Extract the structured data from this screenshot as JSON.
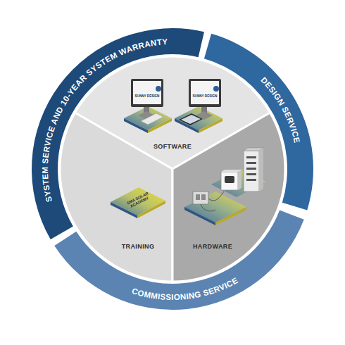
{
  "diagram": {
    "nodes": [
      {
        "text": [
          "SYSTEM SERVICE AND 10-YEAR SYSTEM WARRANTY"
        ]
      },
      {
        "text": [
          "DESIGN SERVICE"
        ]
      },
      {
        "text": [
          "SOFTWARE"
        ]
      },
      {
        "text": [
          "TRAINING"
        ]
      },
      {
        "text": [
          "HARDWARE"
        ]
      },
      {
        "text": [
          "COMMISSIONING SERVICE"
        ]
      }
    ],
    "labels": [
      "SUNNY DESIGN",
      "SUNNY DESIGN",
      "SMA SOLAR ACADEMY"
    ]
  }
}
